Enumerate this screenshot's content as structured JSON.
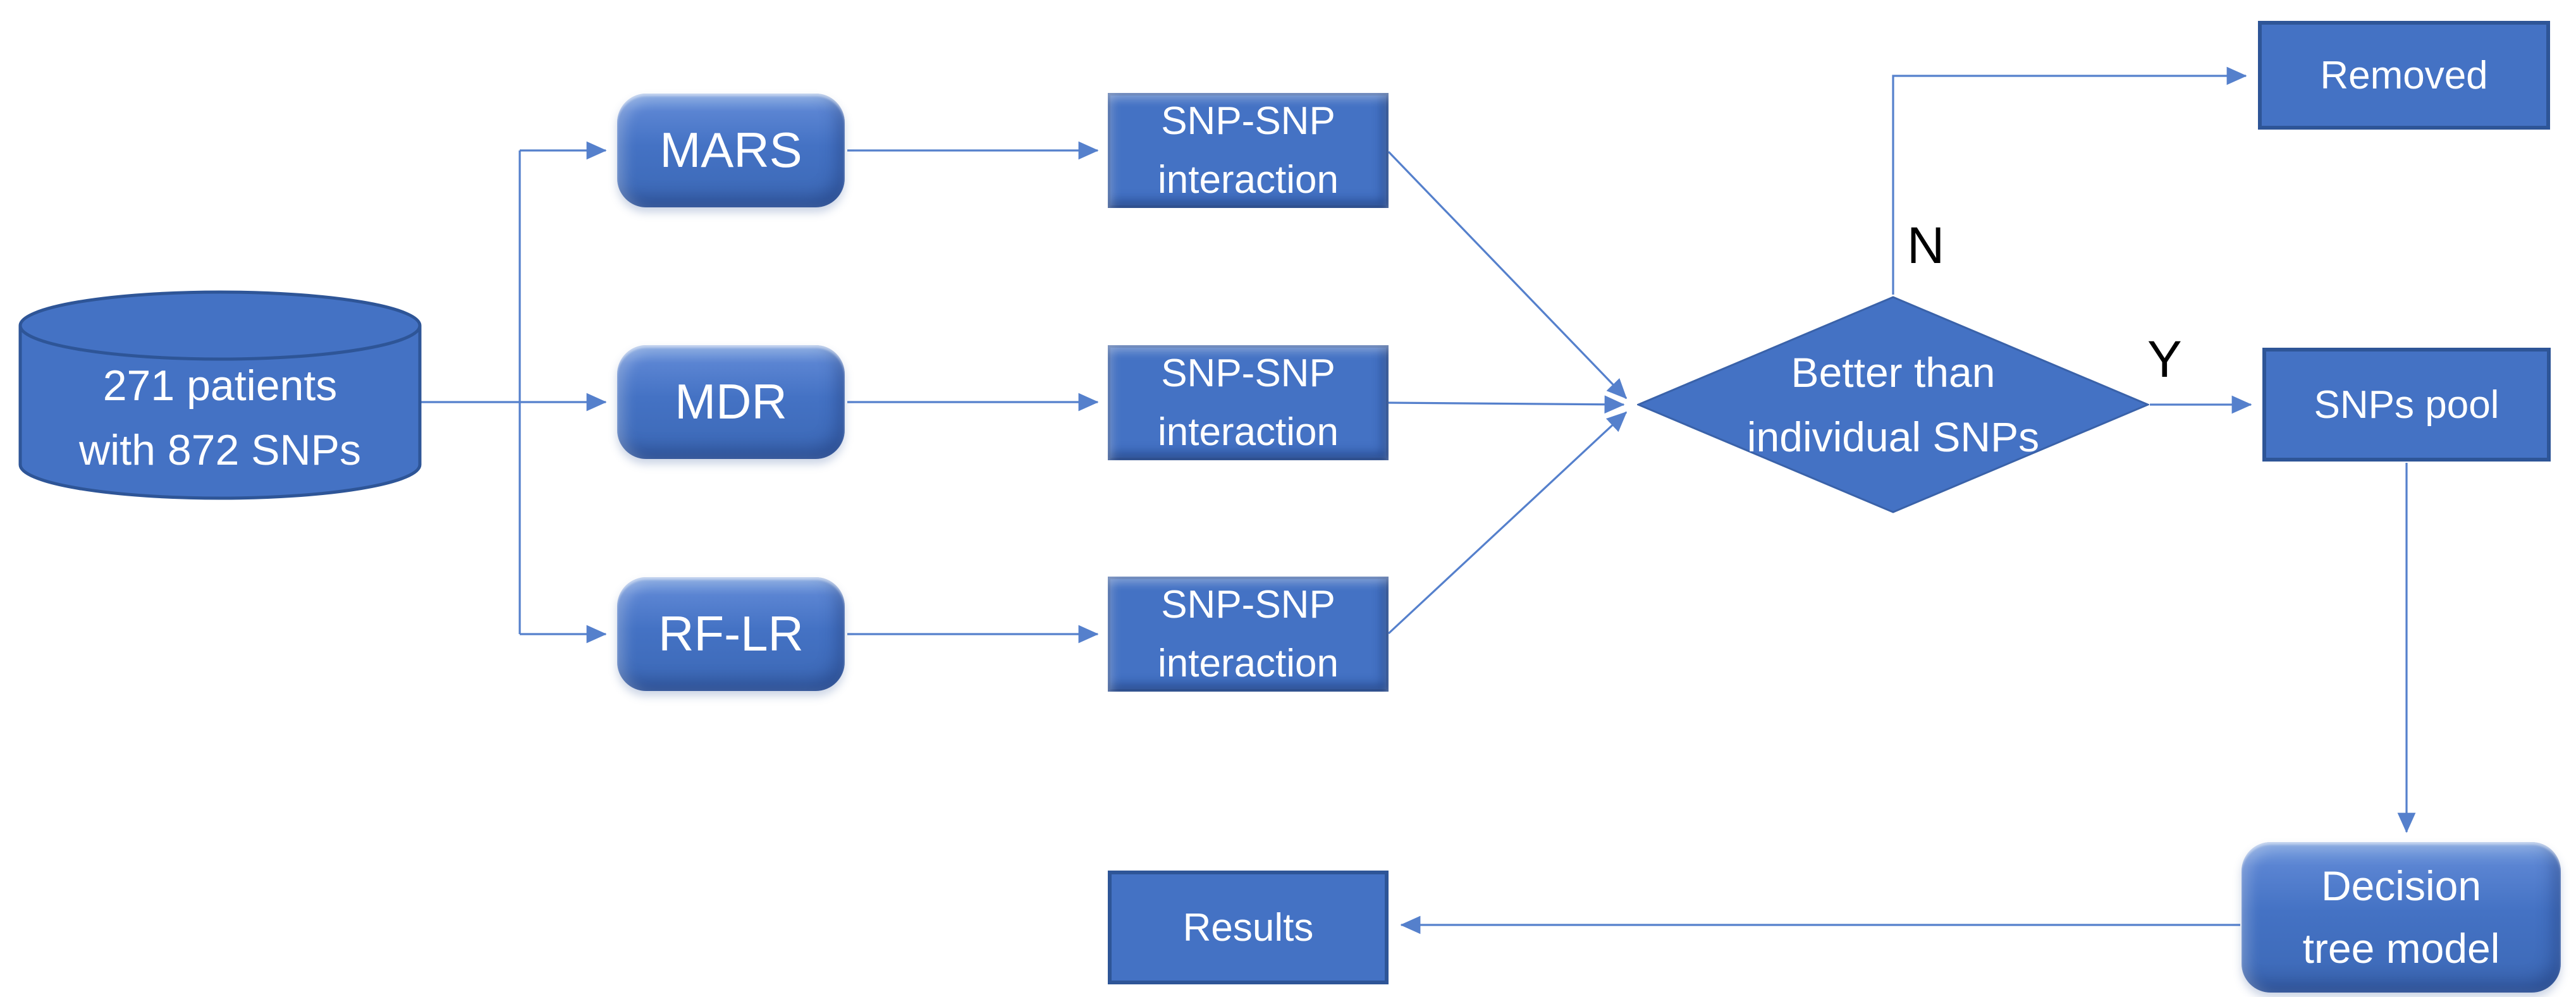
{
  "title": "SNP analysis workflow diagram",
  "colors": {
    "node_fill": "#4472C4",
    "node_border": "#2E5597",
    "connector": "#5580CC",
    "node_text_color": "#FFFFFF",
    "decision_label_color": "#000000"
  },
  "nodes": {
    "database": {
      "line1": "271 patients",
      "line2": "with 872 SNPs"
    },
    "mars": {
      "label": "MARS"
    },
    "mdr": {
      "label": "MDR"
    },
    "rflr": {
      "label": "RF-LR"
    },
    "snp_interaction_1": {
      "line1": "SNP-SNP",
      "line2": "interaction"
    },
    "snp_interaction_2": {
      "line1": "SNP-SNP",
      "line2": "interaction"
    },
    "snp_interaction_3": {
      "line1": "SNP-SNP",
      "line2": "interaction"
    },
    "decision": {
      "line1": "Better than",
      "line2": "individual SNPs"
    },
    "removed": {
      "label": "Removed"
    },
    "snps_pool": {
      "label": "SNPs pool"
    },
    "decision_tree": {
      "line1": "Decision",
      "line2": "tree model"
    },
    "results": {
      "label": "Results"
    }
  },
  "edge_labels": {
    "no": "N",
    "yes": "Y"
  }
}
